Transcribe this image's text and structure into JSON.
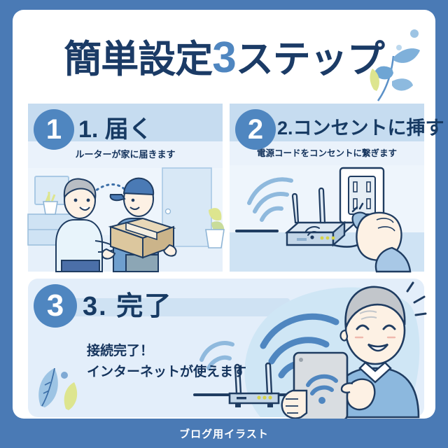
{
  "title": {
    "text_before": "簡単設定",
    "number": "3",
    "text_after": "ステップ"
  },
  "colors": {
    "frame_blue": "#4a7ab5",
    "card_white": "#ffffff",
    "accent_blue": "#4f86c0",
    "navy_text": "#1b3b66",
    "panel_bg": "#eaf2fb",
    "panel3_bg": "#e3eefa",
    "head_band": "#c6dcf0",
    "leaf_green": "#dde58f",
    "leaf_blue": "#9dc4e4"
  },
  "steps": [
    {
      "number": "1",
      "title": "1. 届く",
      "subtitle": "ルーターが家に届きます",
      "scene": "delivery-person-handing-box-to-woman"
    },
    {
      "number": "2",
      "title": "2.コンセントに挿す",
      "subtitle": "電源コードをコンセントに繋ぎます",
      "scene": "hand-plugging-router-cord-into-wall-outlet"
    },
    {
      "number": "3",
      "title": "3. 完了",
      "subtitle_line1": "接続完了！",
      "subtitle_line2": "インターネットが使えます",
      "scene": "elderly-man-using-tablet-with-wifi-router"
    }
  ],
  "footer": {
    "label": "ブログ用イラスト"
  }
}
